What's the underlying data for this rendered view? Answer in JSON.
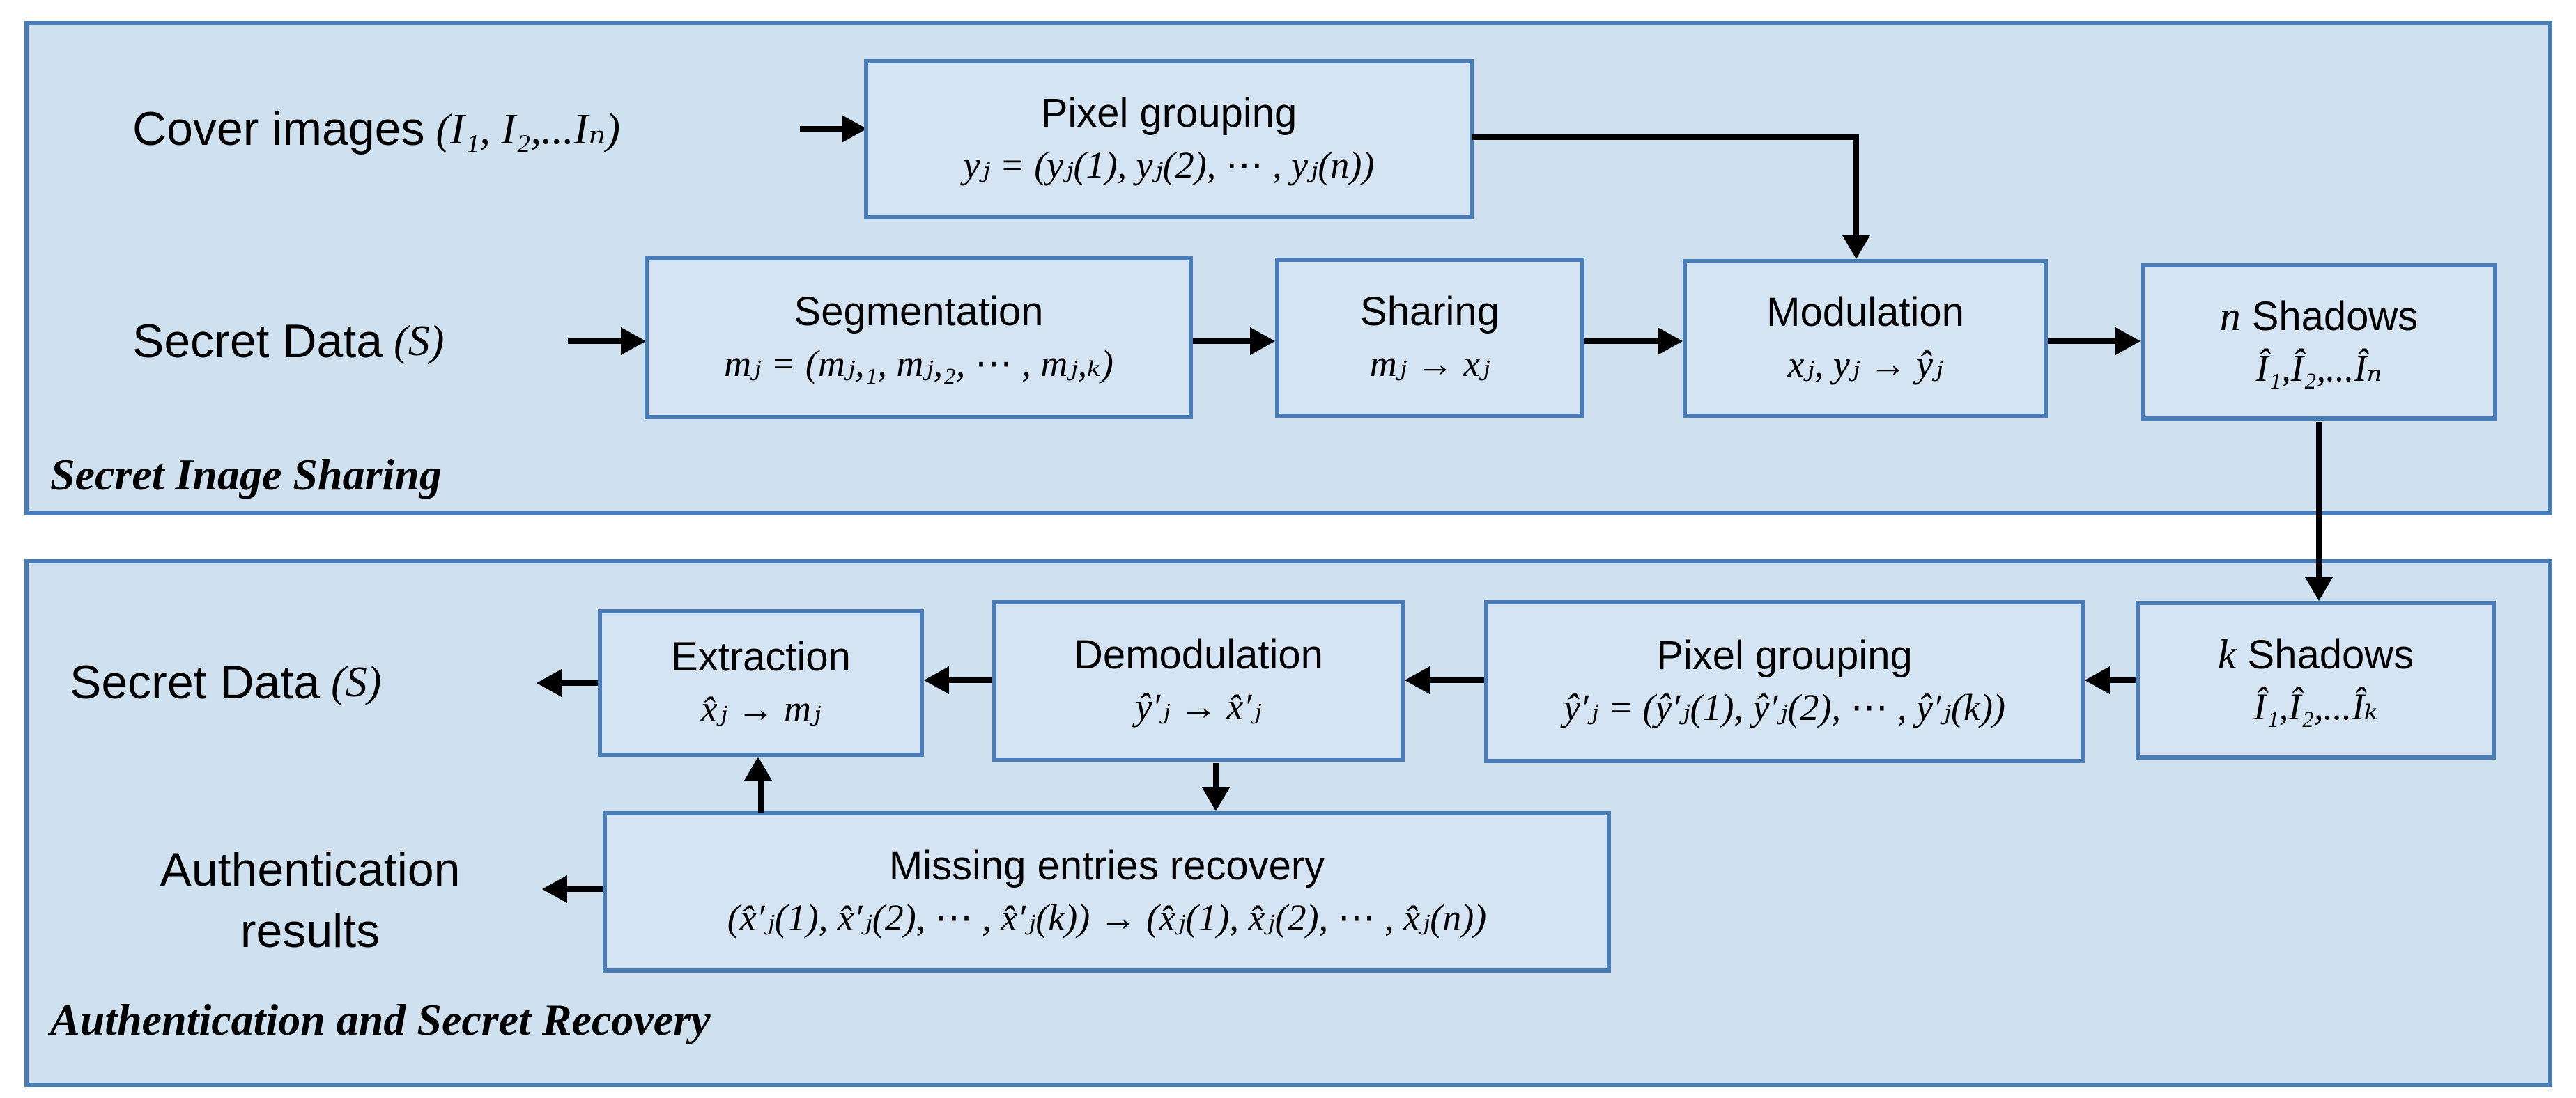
{
  "colors": {
    "panel_bg": "#cfe0ef",
    "box_bg": "#d5e4f2",
    "border": "#4a7db8",
    "arrow": "#000000",
    "text": "#000000"
  },
  "top_panel": {
    "label": "Secret Inage Sharing",
    "cover_images_label": "Cover images",
    "cover_images_math": "(I₁, I₂,...Iₙ)",
    "secret_data_label": "Secret Data",
    "secret_data_math": "(S)",
    "pixel_grouping": {
      "title": "Pixel grouping",
      "formula": "yⱼ = (yⱼ(1), yⱼ(2), ⋯ , yⱼ(n))"
    },
    "segmentation": {
      "title": "Segmentation",
      "formula": "mⱼ = (mⱼ,₁, mⱼ,₂, ⋯ , mⱼ,ₖ)"
    },
    "sharing": {
      "title": "Sharing",
      "formula": "mⱼ → xⱼ"
    },
    "modulation": {
      "title": "Modulation",
      "formula": "xⱼ, yⱼ → ŷⱼ"
    },
    "n_shadows": {
      "var": "n",
      "title": "Shadows",
      "formula": "Î₁,Î₂,...Îₙ"
    }
  },
  "bottom_panel": {
    "label": "Authentication and Secret Recovery",
    "secret_data_label": "Secret Data",
    "secret_data_math": "(S)",
    "auth_results_line1": "Authentication",
    "auth_results_line2": "results",
    "k_shadows": {
      "var": "k",
      "title": "Shadows",
      "formula": "Î₁,Î₂,...Îₖ"
    },
    "pixel_grouping": {
      "title": "Pixel grouping",
      "formula": "ŷ′ⱼ = (ŷ′ⱼ(1), ŷ′ⱼ(2), ⋯ , ŷ′ⱼ(k))"
    },
    "demodulation": {
      "title": "Demodulation",
      "formula": "ŷ′ⱼ → x̂′ⱼ"
    },
    "extraction": {
      "title": "Extraction",
      "formula": "x̂ⱼ → mⱼ"
    },
    "missing_recovery": {
      "title": "Missing entries recovery",
      "formula": "(x̂′ⱼ(1), x̂′ⱼ(2), ⋯ , x̂′ⱼ(k)) → (x̂ⱼ(1), x̂ⱼ(2), ⋯ , x̂ⱼ(n))"
    }
  }
}
